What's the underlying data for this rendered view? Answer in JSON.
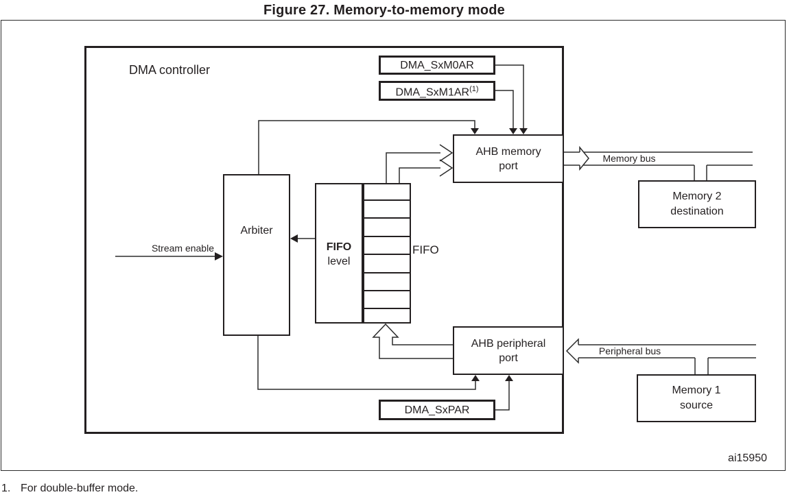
{
  "figure": {
    "title": "Figure 27. Memory-to-memory mode",
    "footnote_marker": "1.",
    "footnote": "For double-buffer mode.",
    "figure_id": "ai15950"
  },
  "dma": {
    "label": "DMA controller",
    "arbiter": "Arbiter",
    "fifo_level_title": "FIFO",
    "fifo_level_sub": "level",
    "fifo": "FIFO",
    "ahb_memory_port": "AHB memory\nport",
    "ahb_peripheral_port": "AHB peripheral\nport",
    "reg_m0ar": "DMA_SxM0AR",
    "reg_m1ar": "DMA_SxM1AR",
    "reg_m1ar_note": "(1)",
    "reg_par": "DMA_SxPAR"
  },
  "signals": {
    "stream_enable": "Stream enable",
    "memory_bus": "Memory bus",
    "peripheral_bus": "Peripheral bus"
  },
  "external": {
    "memory2": "Memory 2\ndestination",
    "memory1": "Memory 1\nsource"
  },
  "colors": {
    "ink": "#231f20",
    "background": "#ffffff"
  }
}
